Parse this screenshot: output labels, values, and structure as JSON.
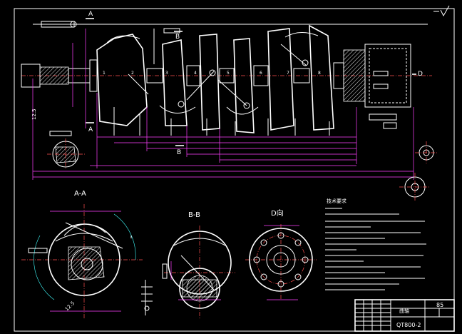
{
  "drawing": {
    "background_color": "#000000",
    "line_color": "#ffffff",
    "centerline_color": "#ff5050",
    "dimension_color": "#ff40ff",
    "leader_color": "#00ff40"
  },
  "labels": {
    "section_a_top": "A",
    "section_a_bottom": "A",
    "section_b_top": "B",
    "section_b_bottom": "B",
    "view_d": "D",
    "section_a_title": "A-A",
    "section_b_title": "B-B",
    "view_d_title": "D向",
    "tech_req_title": "技术要求",
    "dim_left": "12.5",
    "dim_aa": "12.5",
    "throw_numbers": [
      "1",
      "2",
      "3",
      "4",
      "5",
      "6",
      "7",
      "8"
    ]
  },
  "title_block": {
    "scale": "85",
    "part_name": "曲轴",
    "material": "QT800-2"
  }
}
